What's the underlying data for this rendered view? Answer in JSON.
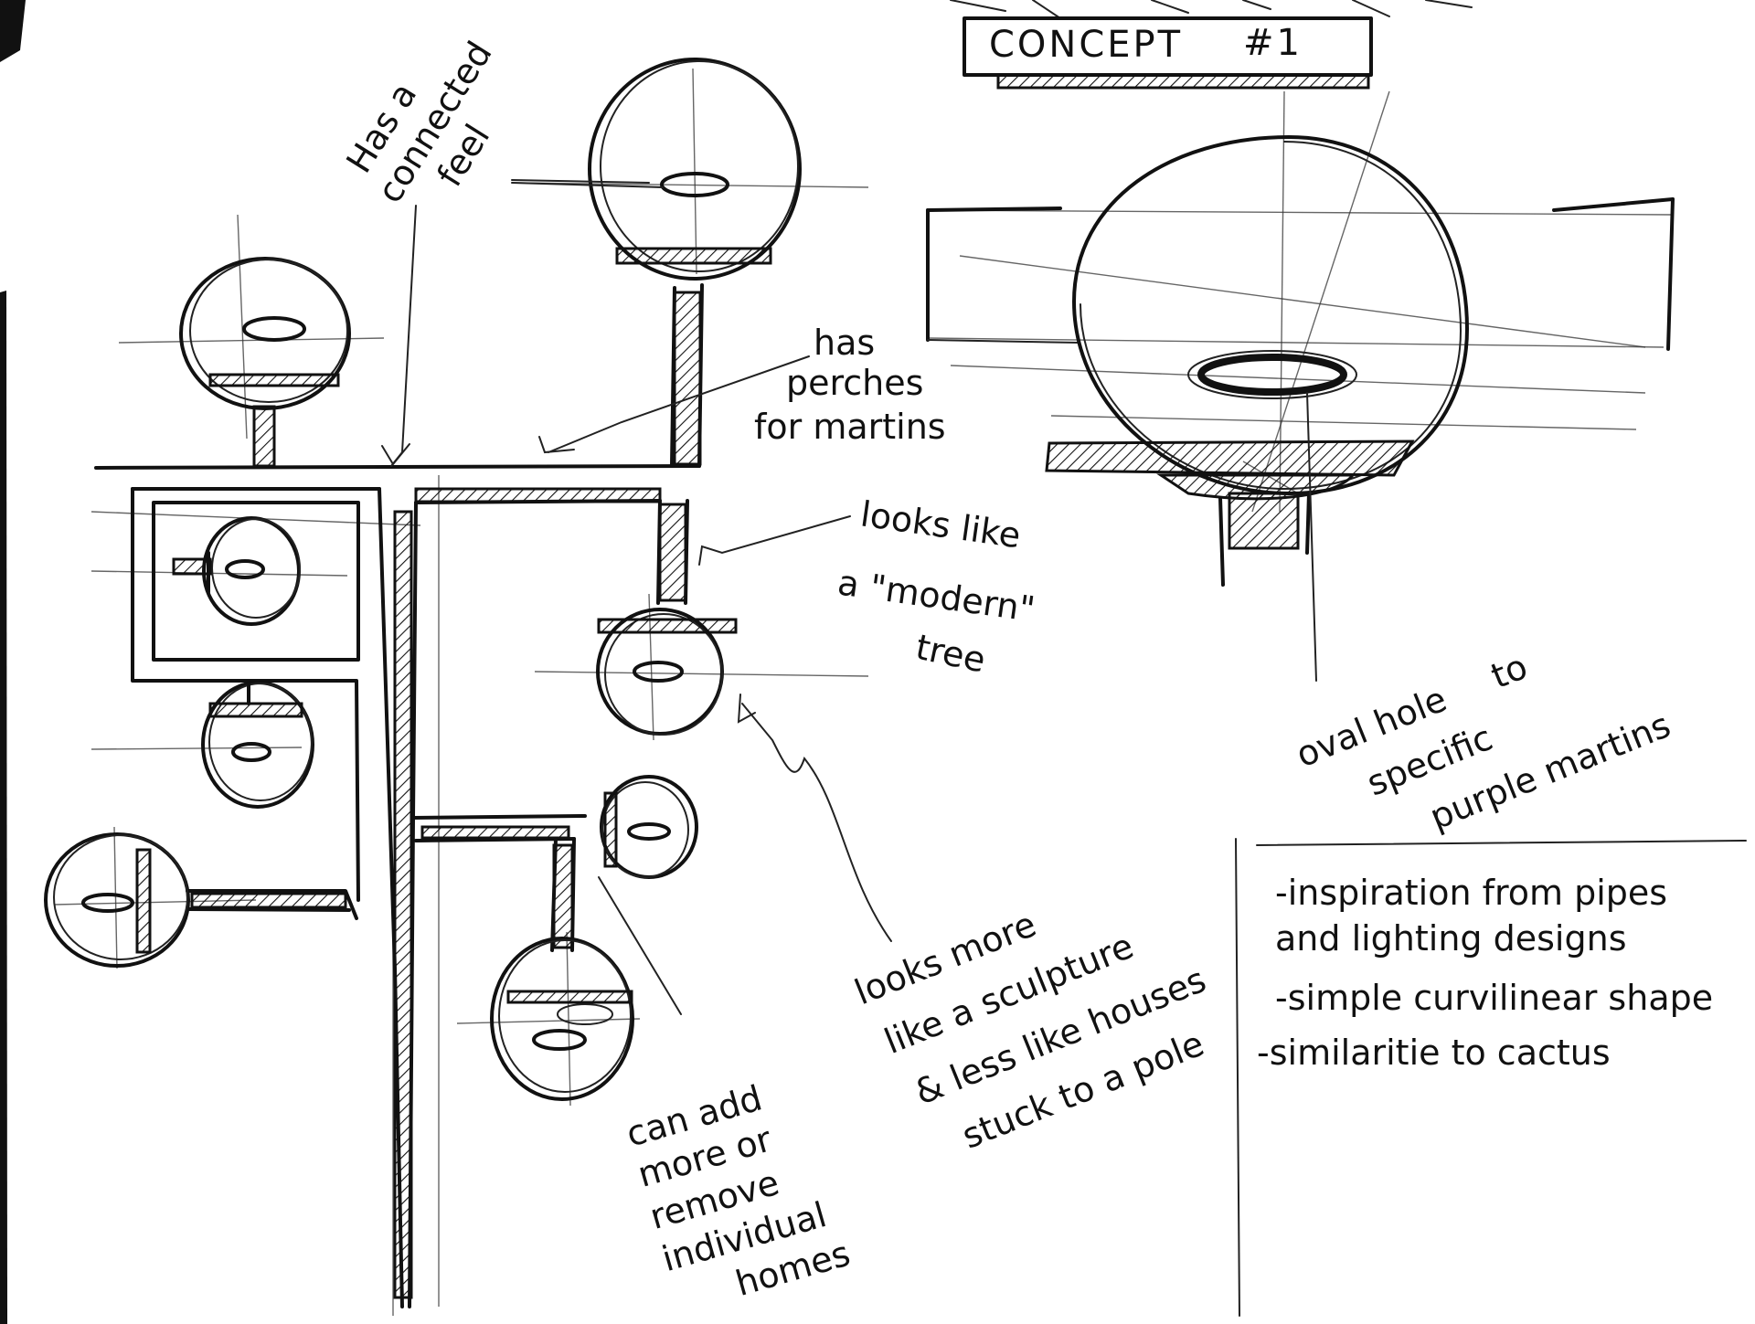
{
  "title": {
    "label": "CONCEPT",
    "number": "#1"
  },
  "annotations": {
    "connected_feel": [
      "Has a",
      "connected",
      "feel"
    ],
    "perches": [
      "has",
      "perches",
      "for martins"
    ],
    "modern_tree": [
      "looks like",
      "a \"modern\"",
      "tree"
    ],
    "oval_hole": [
      "oval hole",
      "to",
      "specific",
      "purple martins"
    ],
    "sculpture": [
      "looks more",
      "like a sculpture",
      "& less like houses",
      "stuck to a pole"
    ],
    "add_remove": [
      "can add",
      "more or",
      "remove",
      "individual",
      "homes"
    ]
  },
  "notes": {
    "items": [
      "-inspiration from pipes",
      "and lighting designs",
      "-simple curvilinear shape",
      "-similaritie to cactus"
    ]
  }
}
